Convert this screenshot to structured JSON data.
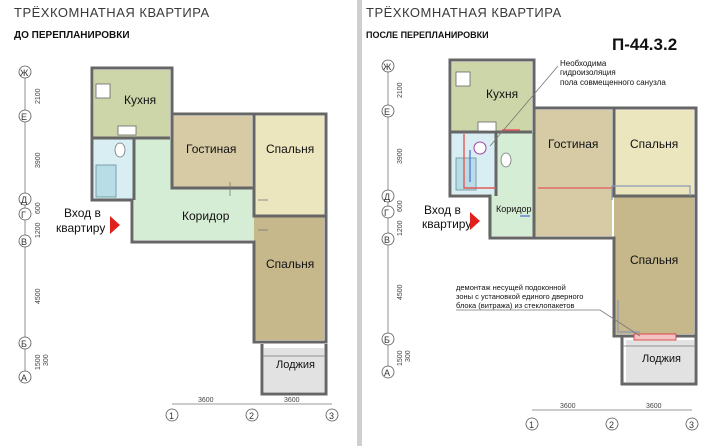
{
  "left": {
    "title": "ТРЁХКОМНАТНАЯ КВАРТИРА",
    "subtitle": "ДО ПЕРЕПЛАНИРОВКИ",
    "rooms": {
      "kitchen": "Кухня",
      "living": "Гостиная",
      "bedroom1": "Спальня",
      "corridor": "Коридор",
      "bedroom2": "Спальня",
      "loggia": "Лоджия"
    },
    "entrance": [
      "Вход в",
      "квартиру"
    ]
  },
  "right": {
    "title": "ТРЁХКОМНАТНАЯ КВАРТИРА",
    "subtitle": "ПОСЛЕ ПЕРЕПЛАНИРОВКИ",
    "series": "П-44.3.2",
    "rooms": {
      "kitchen": "Кухня",
      "living": "Гостиная",
      "bedroom1": "Спальня",
      "corridor": "Коридор",
      "bedroom2": "Спальня",
      "loggia": "Лоджия"
    },
    "entrance": [
      "Вход в",
      "квартиру"
    ],
    "note_top": [
      "Необходима",
      "гидроизоляция",
      "пола совмещенного санузла"
    ],
    "note_bottom": [
      "демонтаж несущей подоконной",
      "зоны с установкой единого дверного",
      "блока (витража) из стеклопакетов"
    ]
  },
  "axes_rows": [
    "Ж",
    "Е",
    "Д",
    "Г",
    "В",
    "Б",
    "А"
  ],
  "axes_cols": [
    "1",
    "2",
    "3"
  ],
  "dims_vertical": [
    "2100",
    "3900",
    "600",
    "1200",
    "4500",
    "1500",
    "300"
  ],
  "dims_horizontal": [
    "3600",
    "3600"
  ],
  "colors": {
    "kitchen": "#cdd6a9",
    "living": "#d7cba6",
    "bedroom1": "#ece6bf",
    "bedroom2": "#c6b88b",
    "corridor": "#d5edd5",
    "loggia": "#e2e2e2",
    "arrow": "#e0201c"
  }
}
